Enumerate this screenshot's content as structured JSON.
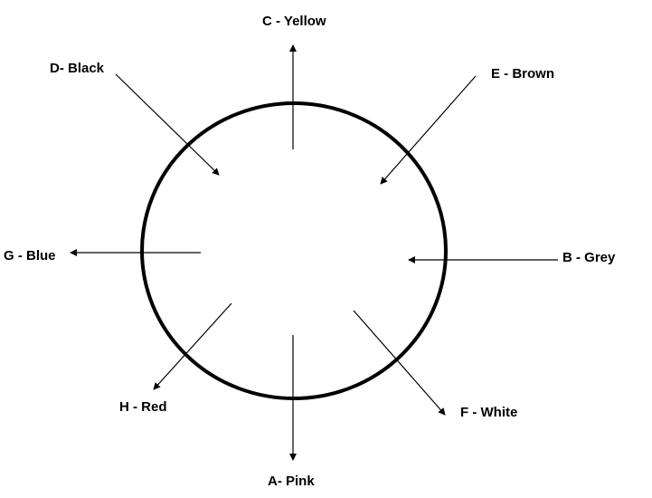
{
  "labels": {
    "c": "C - Yellow",
    "d": "D- Black",
    "e": "E - Brown",
    "g": "G - Blue",
    "b": "B - Grey",
    "h": "H - Red",
    "f": "F - White",
    "a": "A- Pink"
  },
  "colors": {
    "stroke": "#000000",
    "background": "#ffffff"
  }
}
